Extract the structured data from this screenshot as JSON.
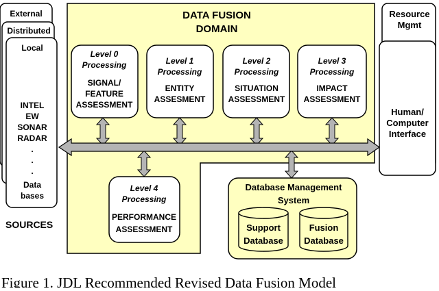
{
  "sources": {
    "external": "External",
    "distributed": "Distributed",
    "local": "Local",
    "items": [
      "INTEL",
      "EW",
      "SONAR",
      "RADAR",
      ".",
      ".",
      "."
    ],
    "databases": [
      "Data",
      "bases"
    ],
    "label": "SOURCES"
  },
  "domain": {
    "title": [
      "DATA FUSION",
      "DOMAIN"
    ]
  },
  "levels": [
    {
      "level": [
        "Level 0",
        "Processing"
      ],
      "name": [
        "SIGNAL/",
        "FEATURE",
        "ASSESSMENT"
      ]
    },
    {
      "level": [
        "Level 1",
        "Processing"
      ],
      "name": [
        "ENTITY",
        "ASSESMENT"
      ]
    },
    {
      "level": [
        "Level 2",
        "Processing"
      ],
      "name": [
        "SITUATION",
        "ASSESSMENT"
      ]
    },
    {
      "level": [
        "Level 3",
        "Processing"
      ],
      "name": [
        "IMPACT",
        "ASSESSMENT"
      ]
    },
    {
      "level": [
        "Level 4",
        "Processing"
      ],
      "name": [
        "PERFORMANCE",
        "ASSESSMENT"
      ]
    }
  ],
  "dbms": {
    "title": [
      "Database Management",
      "System"
    ],
    "support": [
      "Support",
      "Database"
    ],
    "fusion": [
      "Fusion",
      "Database"
    ]
  },
  "resource": {
    "title": [
      "Resource",
      "Mgmt"
    ],
    "hci": [
      "Human/",
      "Computer",
      "Interface"
    ]
  },
  "caption": "Figure 1. JDL Recommended Revised Data Fusion Model",
  "colors": {
    "domain_fill": "#ffffc0",
    "box_fill": "#ffffff",
    "bus": "#b4b4b4",
    "line": "#000000"
  }
}
